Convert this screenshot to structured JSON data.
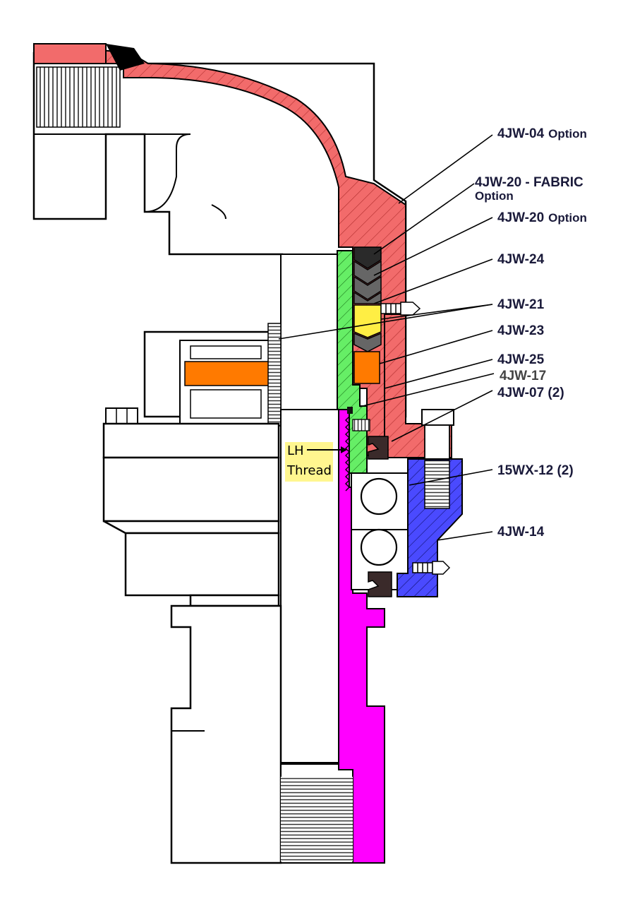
{
  "labels": {
    "l04": "4JW-04",
    "l04_opt": "Option",
    "l20f": "4JW-20 - FABRIC",
    "l20f_opt": "Option",
    "l20": "4JW-20",
    "l20_opt": "Option",
    "l24": "4JW-24",
    "l21": "4JW-21",
    "l23": "4JW-23",
    "l25": "4JW-25",
    "l17": "4JW-17",
    "l07": "4JW-07 (2)",
    "l12": "15WX-12 (2)",
    "l14": "4JW-14"
  },
  "lh_note": {
    "line1": "LH",
    "line2": "Thread",
    "bg_color": "#fff68f"
  },
  "colors": {
    "body_hatch": "#f26b6b",
    "inner_sleeve": "#66ee66",
    "stem": "#ff00ff",
    "retainer": "#4a4aff",
    "insert": "#ff7a00",
    "spacer": "#ffee44",
    "packing": "#555555"
  }
}
